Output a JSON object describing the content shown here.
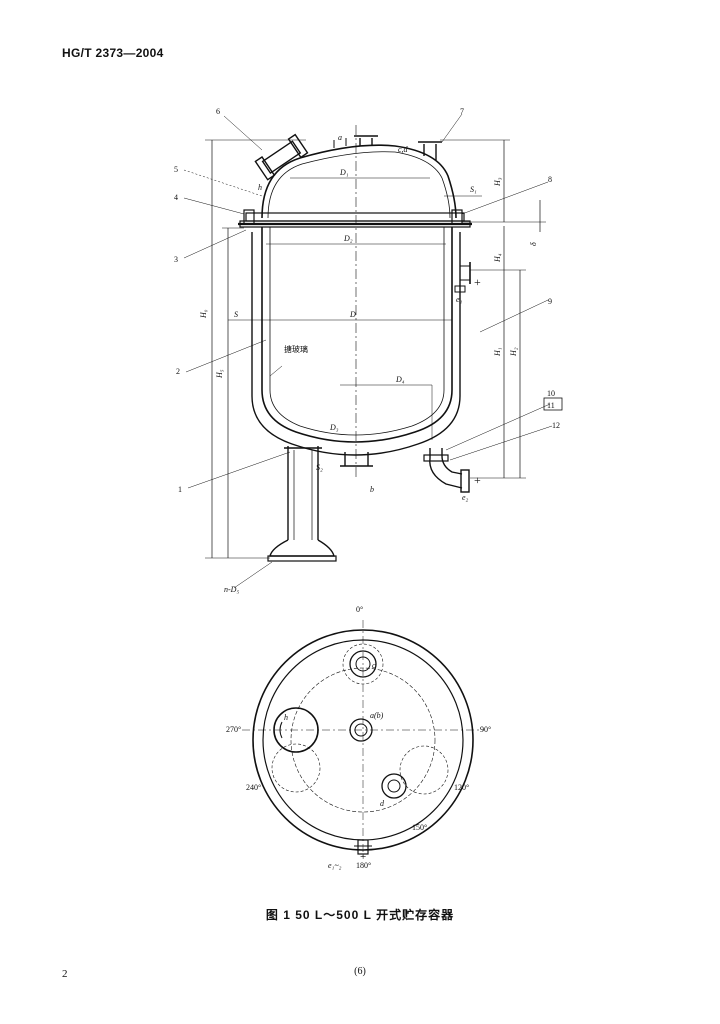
{
  "header": {
    "standard_code": "HG/T 2373—2004"
  },
  "figure": {
    "caption": "图 1   50 L～500 L 开式贮存容器",
    "elevation": {
      "callouts": [
        "1",
        "2",
        "3",
        "4",
        "5",
        "6",
        "7",
        "8",
        "9",
        "10",
        "11",
        "12"
      ],
      "dims": {
        "D": "D",
        "D1": "D₁",
        "D2": "D₂",
        "D3": "D₃",
        "D4": "D₄",
        "S": "S",
        "S1": "S₁",
        "S2": "S₂",
        "H0": "H₀",
        "H1": "H₁",
        "H2": "H₂",
        "H3": "H₃",
        "H4": "H₄",
        "H5": "H₅",
        "delta": "δ",
        "nD5": "n-D₅"
      },
      "nozzles": {
        "a": "a",
        "cd": "c,d",
        "h": "h",
        "b": "b",
        "e1": "e₁",
        "e2": "e₂"
      },
      "plus_sign": "+",
      "inner_label": "搪玻璃"
    },
    "plan": {
      "angles": {
        "a0": "0°",
        "a90": "90°",
        "a120": "120°",
        "a150": "150°",
        "a180": "180°",
        "a240": "240°",
        "a270": "270°"
      },
      "nozzles": {
        "ab": "a(b)",
        "c": "c",
        "d": "d",
        "h": "h"
      },
      "bottom_label": "e₁~₂"
    }
  },
  "footer": {
    "page_number": "2",
    "center_number": "(6)"
  }
}
